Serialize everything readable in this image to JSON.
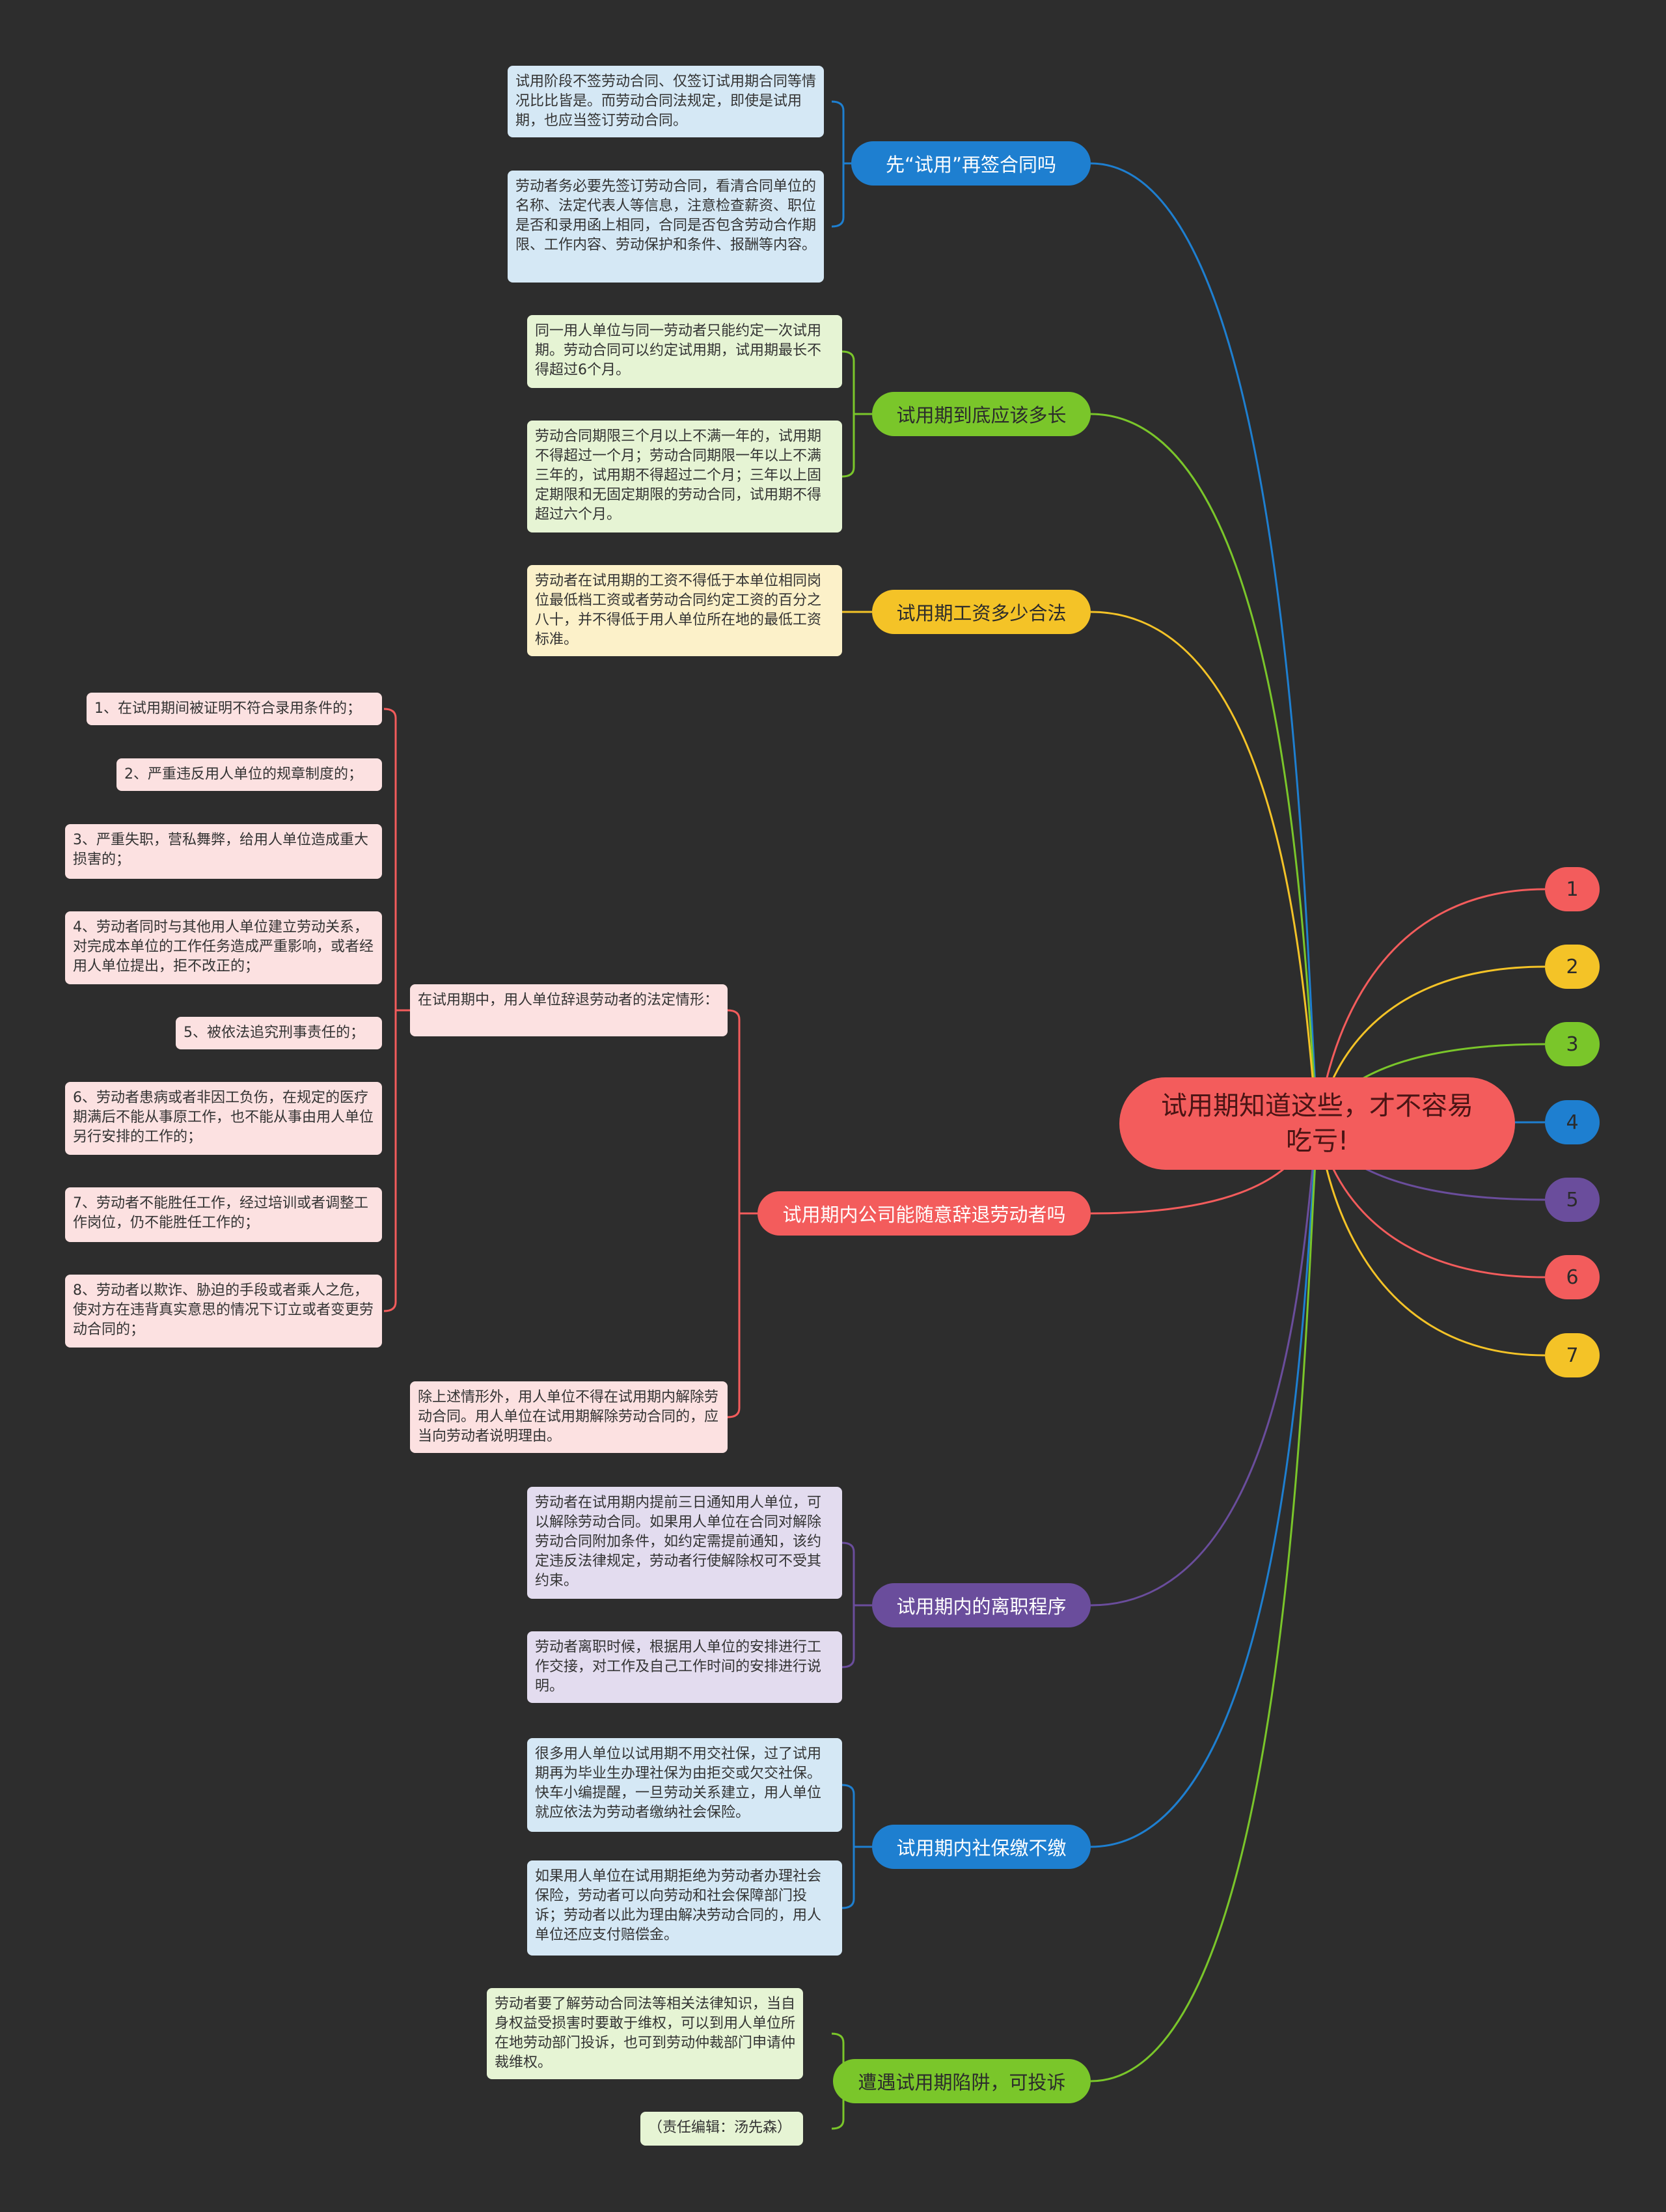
{
  "root": {
    "label": "试用期知道这些，才不容易吃亏!"
  },
  "colors": {
    "background": "#2d2d2d",
    "blue": "#1e7fd0",
    "green": "#7ac62a",
    "yellow": "#f4c327",
    "red": "#f35c5c",
    "purple": "#6a4d9c",
    "leaf_blue": "#d5e8f5",
    "leaf_green": "#e6f4d4",
    "leaf_yellow": "#fcf1c9",
    "leaf_red": "#fce1e1",
    "leaf_purple": "#e3dcef"
  },
  "branches": [
    {
      "label": "先“试用”再签合同吗",
      "color": "blue",
      "leaves": [
        "试用阶段不签劳动合同、仅签订试用期合同等情况比比皆是。而劳动合同法规定，即使是试用期，也应当签订劳动合同。",
        "劳动者务必要先签订劳动合同，看清合同单位的名称、法定代表人等信息，注意检查薪资、职位是否和录用函上相同，合同是否包含劳动合作期限、工作内容、劳动保护和条件、报酬等内容。"
      ]
    },
    {
      "label": "试用期到底应该多长",
      "color": "green",
      "leaves": [
        "同一用人单位与同一劳动者只能约定一次试用期。劳动合同可以约定试用期，试用期最长不得超过6个月。",
        "劳动合同期限三个月以上不满一年的，试用期不得超过一个月；劳动合同期限一年以上不满三年的，试用期不得超过二个月；三年以上固定期限和无固定期限的劳动合同，试用期不得超过六个月。"
      ]
    },
    {
      "label": "试用期工资多少合法",
      "color": "yellow",
      "leaves": [
        "劳动者在试用期的工资不得低于本单位相同岗位最低档工资或者劳动合同约定工资的百分之八十，并不得低于用人单位所在地的最低工资标准。"
      ]
    },
    {
      "label": "试用期内公司能随意辞退劳动者吗",
      "color": "red",
      "sub": [
        {
          "label": "在试用期中，用人单位辞退劳动者的法定情形：",
          "items": [
            "1、在试用期间被证明不符合录用条件的；",
            "2、严重违反用人单位的规章制度的；",
            "3、严重失职，营私舞弊，给用人单位造成重大损害的；",
            "4、劳动者同时与其他用人单位建立劳动关系，对完成本单位的工作任务造成严重影响，或者经用人单位提出，拒不改正的；",
            "5、被依法追究刑事责任的；",
            "6、劳动者患病或者非因工负伤，在规定的医疗期满后不能从事原工作，也不能从事由用人单位另行安排的工作的；",
            "7、劳动者不能胜任工作，经过培训或者调整工作岗位，仍不能胜任工作的；",
            "8、劳动者以欺诈、胁迫的手段或者乘人之危，使对方在违背真实意思的情况下订立或者变更劳动合同的；"
          ]
        },
        {
          "label": "除上述情形外，用人单位不得在试用期内解除劳动合同。用人单位在试用期解除劳动合同的，应当向劳动者说明理由。",
          "items": []
        }
      ]
    },
    {
      "label": "试用期内的离职程序",
      "color": "purple",
      "leaves": [
        "劳动者在试用期内提前三日通知用人单位，可以解除劳动合同。如果用人单位在合同对解除劳动合同附加条件，如约定需提前通知，该约定违反法律规定，劳动者行使解除权可不受其约束。",
        "劳动者离职时候，根据用人单位的安排进行工作交接，对工作及自己工作时间的安排进行说明。"
      ]
    },
    {
      "label": "试用期内社保缴不缴",
      "color": "blue",
      "leaves": [
        "很多用人单位以试用期不用交社保，过了试用期再为毕业生办理社保为由拒交或欠交社保。快车小编提醒，一旦劳动关系建立，用人单位就应依法为劳动者缴纳社会保险。",
        "如果用人单位在试用期拒绝为劳动者办理社会保险，劳动者可以向劳动和社会保障部门投诉；劳动者以此为理由解决劳动合同的，用人单位还应支付赔偿金。"
      ]
    },
    {
      "label": "遭遇试用期陷阱，可投诉",
      "color": "green",
      "leaves": [
        "劳动者要了解劳动合同法等相关法律知识，当自身权益受损害时要敢于维权，可以到用人单位所在地劳动部门投诉，也可到劳动仲裁部门申请仲裁维权。",
        "（责任编辑：汤先森）"
      ]
    }
  ],
  "numbered": [
    {
      "label": "1",
      "color": "red"
    },
    {
      "label": "2",
      "color": "yellow"
    },
    {
      "label": "3",
      "color": "green"
    },
    {
      "label": "4",
      "color": "blue"
    },
    {
      "label": "5",
      "color": "purple"
    },
    {
      "label": "6",
      "color": "red"
    },
    {
      "label": "7",
      "color": "yellow"
    }
  ]
}
